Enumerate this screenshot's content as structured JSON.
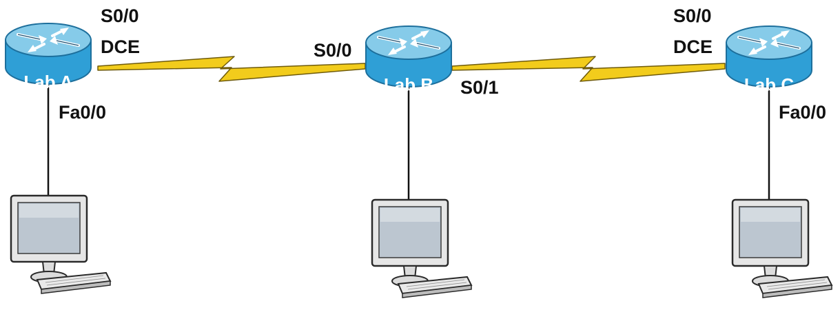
{
  "routers": [
    {
      "id": "A",
      "label": "Lab A"
    },
    {
      "id": "B",
      "label": "Lab B"
    },
    {
      "id": "C",
      "label": "Lab C"
    }
  ],
  "interfaces": {
    "lab_a_s00": "S0/0",
    "lab_a_dce": "DCE",
    "lab_a_fa00": "Fa0/0",
    "lab_b_s00": "S0/0",
    "lab_b_s01": "S0/1",
    "lab_c_s00": "S0/0",
    "lab_c_dce": "DCE",
    "lab_c_fa00": "Fa0/0"
  },
  "links": [
    {
      "from": "Lab A",
      "to": "Lab B",
      "type": "serial"
    },
    {
      "from": "Lab B",
      "to": "Lab C",
      "type": "serial"
    },
    {
      "from": "Lab A",
      "to": "PC",
      "type": "ethernet"
    },
    {
      "from": "Lab B",
      "to": "PC",
      "type": "ethernet"
    },
    {
      "from": "Lab C",
      "to": "PC",
      "type": "ethernet"
    }
  ],
  "colors": {
    "router_top": "#7fc6e6",
    "router_body": "#2f9fd6",
    "router_rim": "#1d6f9c",
    "serial_link": "#f2cc1c",
    "serial_outline": "#6e5a0a",
    "monitor_screen": "#bcc6d0",
    "device_body": "#dcdcdc"
  }
}
